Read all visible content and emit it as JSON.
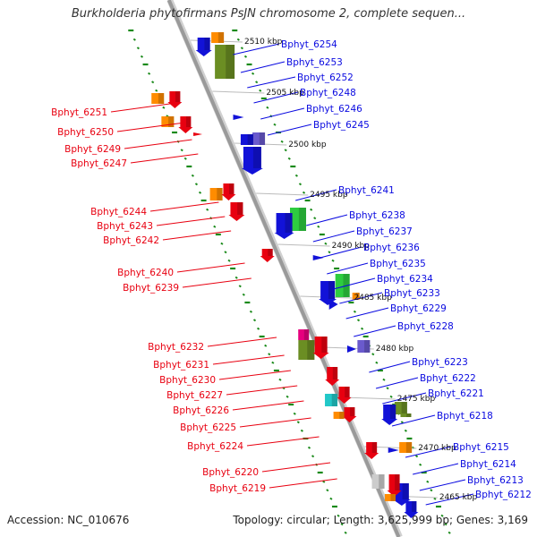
{
  "title": "Burkholderia phytofirmans PsJN chromosome 2, complete sequen...",
  "accession": "Accession: NC_010676",
  "topology": "Topology: circular; Length: 3,625,999 bp; Genes: 3,169",
  "colors": {
    "axis": "#9a9a9a",
    "forward_strand": "#0a0ae0",
    "reverse_strand": "#e80010",
    "guide": "#1a8a1a",
    "tick_label": "#111111"
  },
  "kbp_ticks": [
    "2510 kbp",
    "2505 kbp",
    "2500 kbp",
    "2495 kbp",
    "2490 kbp",
    "2485 kbp",
    "2480 kbp",
    "2475 kbp",
    "2470 kbp",
    "2465 kbp"
  ],
  "right_genes": [
    "Bphyt_6254",
    "Bphyt_6253",
    "Bphyt_6252",
    "Bphyt_6248",
    "Bphyt_6246",
    "Bphyt_6245",
    "Bphyt_6241",
    "Bphyt_6238",
    "Bphyt_6237",
    "Bphyt_6236",
    "Bphyt_6235",
    "Bphyt_6234",
    "Bphyt_6233",
    "Bphyt_6229",
    "Bphyt_6228",
    "Bphyt_6223",
    "Bphyt_6222",
    "Bphyt_6221",
    "Bphyt_6218",
    "Bphyt_6215",
    "Bphyt_6214",
    "Bphyt_6213",
    "Bphyt_6212"
  ],
  "left_genes": [
    "Bphyt_6251",
    "Bphyt_6250",
    "Bphyt_6249",
    "Bphyt_6247",
    "Bphyt_6244",
    "Bphyt_6243",
    "Bphyt_6242",
    "Bphyt_6240",
    "Bphyt_6239",
    "Bphyt_6232",
    "Bphyt_6231",
    "Bphyt_6230",
    "Bphyt_6227",
    "Bphyt_6226",
    "Bphyt_6225",
    "Bphyt_6224",
    "Bphyt_6220",
    "Bphyt_6219"
  ]
}
